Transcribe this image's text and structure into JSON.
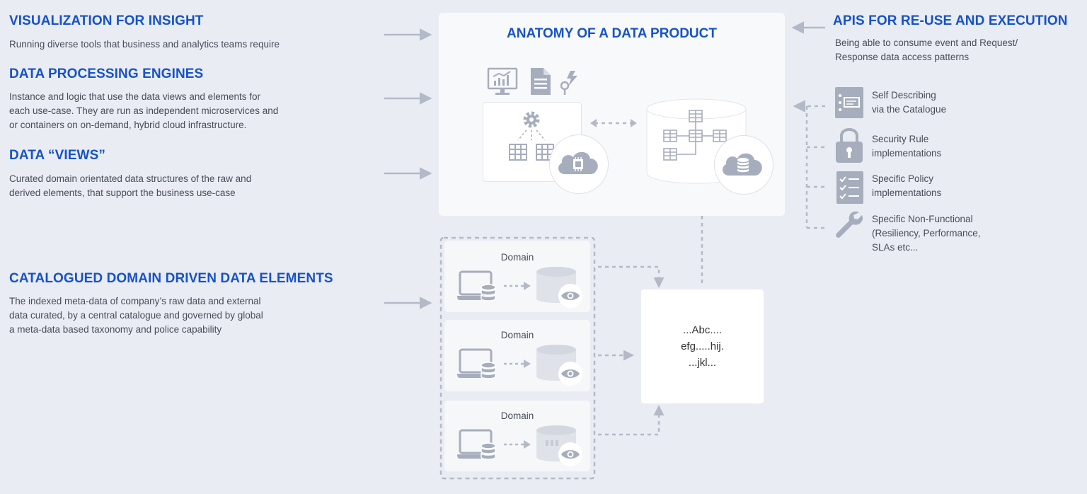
{
  "colors": {
    "accent": "#1652c8",
    "background": "#e9ecf3",
    "icon": "#a6adbc",
    "arrow": "#b3b9c6"
  },
  "left": {
    "sections": [
      {
        "heading": "VISUALIZATION FOR INSIGHT",
        "lines": [
          "Running diverse tools that business and analytics teams require"
        ]
      },
      {
        "heading": "DATA PROCESSING ENGINES",
        "lines": [
          "Instance and logic that use the data views and elements for",
          "each use-case. They are run as independent microservices and",
          "or containers on on-demand, hybrid cloud infrastructure."
        ]
      },
      {
        "heading": "DATA “VIEWS”",
        "lines": [
          "Curated domain orientated data structures of the raw and",
          "derived elements, that support the business use-case"
        ]
      },
      {
        "heading": "CATALOGUED DOMAIN DRIVEN DATA ELEMENTS",
        "lines": [
          "The indexed meta-data of company’s raw data and external",
          "data curated, by a central catalogue and governed by global",
          "a meta-data based taxonomy and police capability"
        ]
      }
    ]
  },
  "center": {
    "title": "ANATOMY OF A DATA PRODUCT",
    "domains": [
      "Domain",
      "Domain",
      "Domain"
    ],
    "text_box": [
      "...Abc....",
      "efg.....hij.",
      "...jkl..."
    ]
  },
  "right": {
    "heading": "APIS FOR RE-USE AND EXECUTION",
    "lines": [
      "Being able to consume event and Request/",
      "Response data access patterns"
    ],
    "items": [
      {
        "icon": "catalogue-icon",
        "lines": [
          "Self Describing",
          "via the Catalogue"
        ]
      },
      {
        "icon": "lock-icon",
        "lines": [
          "Security Rule",
          "implementations"
        ]
      },
      {
        "icon": "checklist-icon",
        "lines": [
          "Specific Policy",
          "implementations"
        ]
      },
      {
        "icon": "wrench-icon",
        "lines": [
          "Specific Non-Functional",
          "(Resiliency, Performance,",
          "SLAs etc..."
        ]
      }
    ]
  }
}
